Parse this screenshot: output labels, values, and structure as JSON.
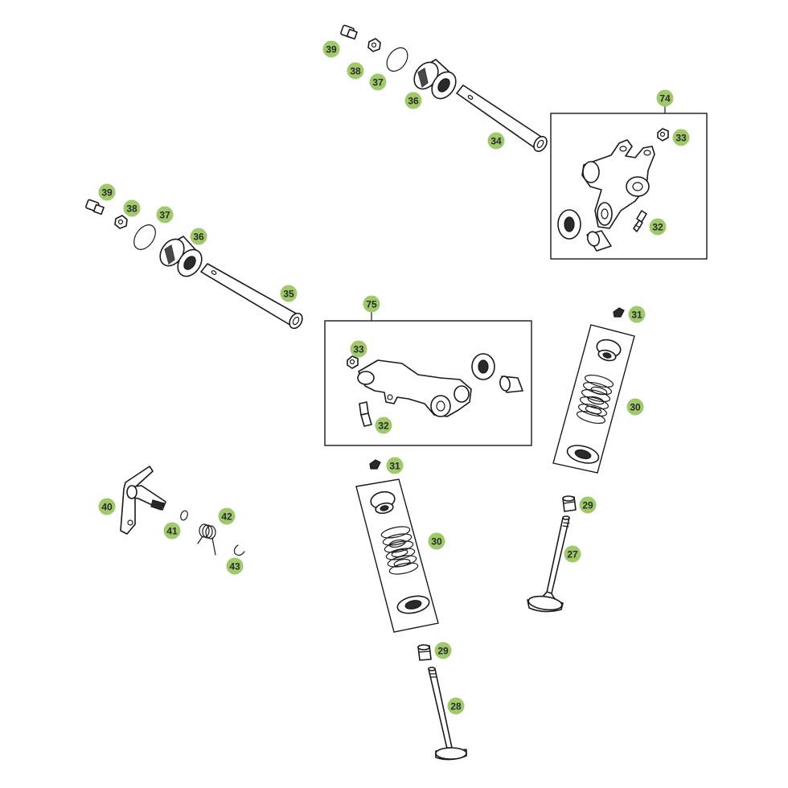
{
  "callout_color": "#9fc96a",
  "callouts": [
    {
      "id": "c39a",
      "label": "39"
    },
    {
      "id": "c38a",
      "label": "38"
    },
    {
      "id": "c37a",
      "label": "37"
    },
    {
      "id": "c36a",
      "label": "36"
    },
    {
      "id": "c34",
      "label": "34"
    },
    {
      "id": "c74",
      "label": "74"
    },
    {
      "id": "c33a",
      "label": "33"
    },
    {
      "id": "c32a",
      "label": "32"
    },
    {
      "id": "c39b",
      "label": "39"
    },
    {
      "id": "c38b",
      "label": "38"
    },
    {
      "id": "c37b",
      "label": "37"
    },
    {
      "id": "c36b",
      "label": "36"
    },
    {
      "id": "c35",
      "label": "35"
    },
    {
      "id": "c75",
      "label": "75"
    },
    {
      "id": "c33b",
      "label": "33"
    },
    {
      "id": "c32b",
      "label": "32"
    },
    {
      "id": "c31a",
      "label": "31"
    },
    {
      "id": "c30a",
      "label": "30"
    },
    {
      "id": "c31b",
      "label": "31"
    },
    {
      "id": "c30b",
      "label": "30"
    },
    {
      "id": "c29a",
      "label": "29"
    },
    {
      "id": "c27",
      "label": "27"
    },
    {
      "id": "c29b",
      "label": "29"
    },
    {
      "id": "c28",
      "label": "28"
    },
    {
      "id": "c40",
      "label": "40"
    },
    {
      "id": "c41",
      "label": "41"
    },
    {
      "id": "c42",
      "label": "42"
    },
    {
      "id": "c43",
      "label": "43"
    }
  ]
}
